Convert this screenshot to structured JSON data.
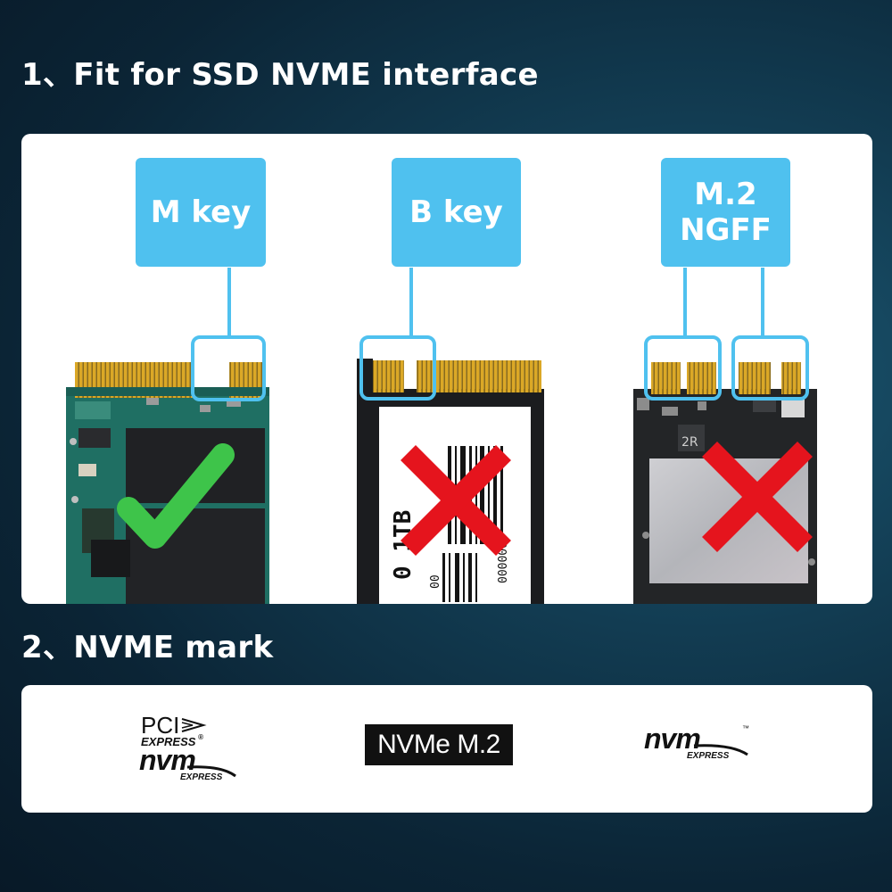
{
  "headings": {
    "interface": "1、Fit for SSD NVME interface",
    "mark": "2、NVME mark"
  },
  "keys": {
    "m_key": "M key",
    "b_key": "B key",
    "ngff_line1": "M.2",
    "ngff_line2": "NGFF"
  },
  "cards": [
    {
      "key": "M key",
      "status": "compatible",
      "status_icon": "check-icon"
    },
    {
      "key": "B key",
      "status": "incompatible",
      "status_icon": "cross-icon",
      "label_text": "0 1TB",
      "barcode_digits_1": "00",
      "barcode_digits_2": "000000"
    },
    {
      "key": "M.2 NGFF",
      "status": "incompatible",
      "status_icon": "cross-icon",
      "chip_label": "2R"
    }
  ],
  "marks": {
    "pci": "PCI",
    "express": "EXPRESS",
    "express_reg": "®",
    "nvm_1": "nvm",
    "express_small_1": "EXPRESS",
    "nvme_m2": "NVMe M.2",
    "nvm_2": "nvm",
    "express_small_2": "EXPRESS",
    "tm": "™"
  },
  "colors": {
    "accent": "#4fc1ef",
    "check": "#3ec44a",
    "cross": "#e5141d",
    "gold": "#d9a521",
    "pcb_green": "#1f6f63",
    "pcb_black": "#232527"
  }
}
